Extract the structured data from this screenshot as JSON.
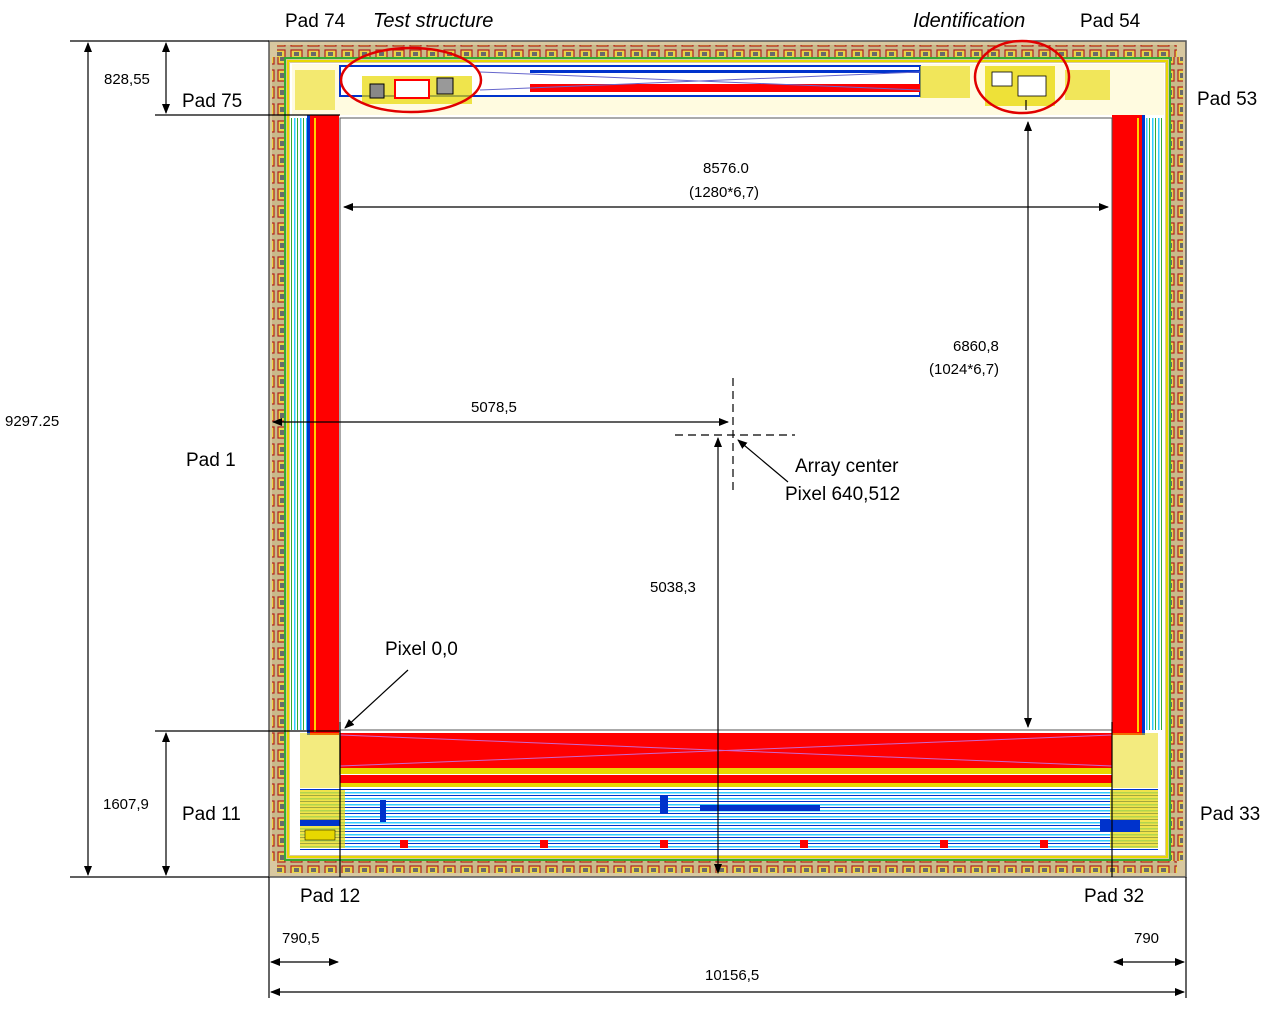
{
  "labels": {
    "pad74": "Pad 74",
    "test_structure": "Test structure",
    "identification": "Identification",
    "pad54": "Pad 54",
    "pad75": "Pad 75",
    "pad53": "Pad 53",
    "pad1": "Pad 1",
    "pad11": "Pad 11",
    "pad33": "Pad 33",
    "pad12": "Pad 12",
    "pad32": "Pad 32",
    "pixel00": "Pixel 0,0",
    "array_center_line1": "Array center",
    "array_center_line2": "Pixel 640,512"
  },
  "dimensions": {
    "top_margin": "828,55",
    "total_height": "9297.25",
    "array_width": "8576.0",
    "array_width_formula": "(1280*6,7)",
    "array_height": "6860,8",
    "array_height_formula": "(1024*6,7)",
    "center_x": "5078,5",
    "center_y": "5038,3",
    "bottom_margin": "1607,9",
    "left_margin": "790,5",
    "right_margin": "790",
    "total_width": "10156,5"
  },
  "colors": {
    "array_red": "#ff0000",
    "highlight_ellipse": "#e00000",
    "pad_ring": "#8a7a40",
    "metal_blue": "#0033cc",
    "metal_yellow": "#e8d800",
    "metal_cyan": "#33ccff",
    "metal_green": "#33aa33"
  }
}
